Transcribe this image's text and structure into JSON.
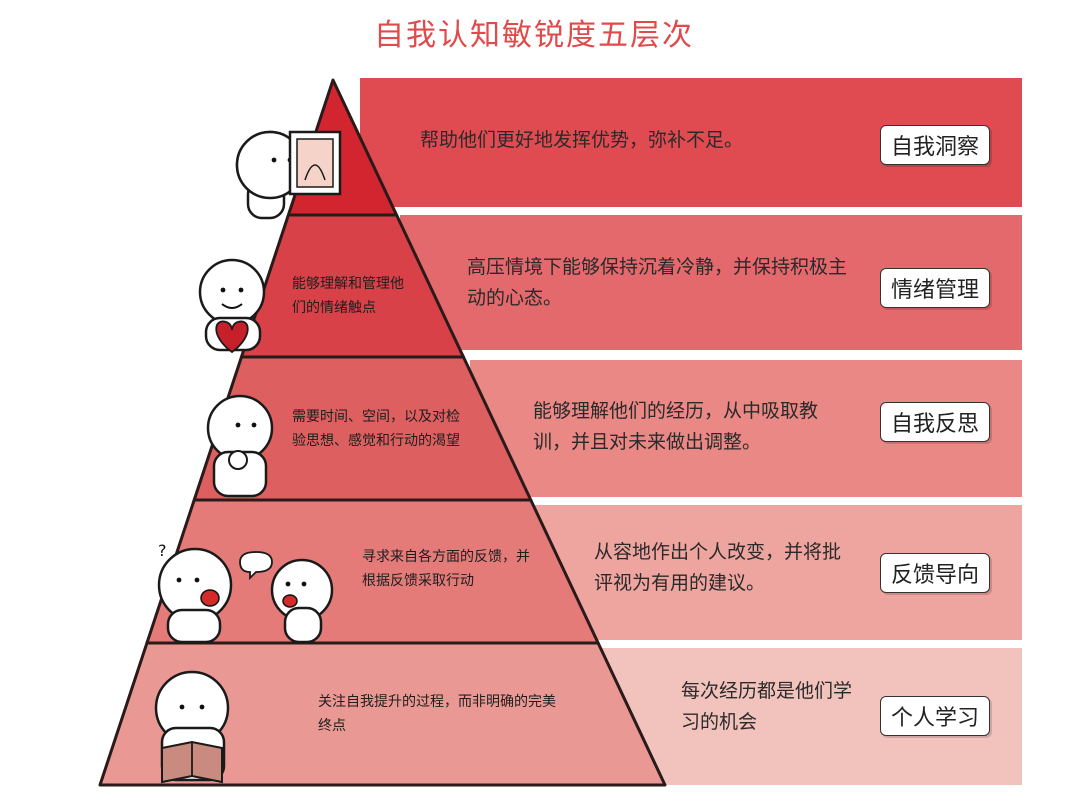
{
  "title": "自我认知敏锐度五层次",
  "levels": [
    {
      "label": "自我洞察",
      "band_text": "帮助他们更好地发挥优势，弥补不足。",
      "tier_text": ""
    },
    {
      "label": "情绪管理",
      "band_text": "高压情境下能够保持沉着冷静，并保持积极主动的心态。",
      "tier_text": "能够理解和管理他们的情绪触点"
    },
    {
      "label": "自我反思",
      "band_text": "能够理解他们的经历，从中吸取教训，并且对未来做出调整。",
      "tier_text": "需要时间、空间，以及对检验思想、感觉和行动的渴望"
    },
    {
      "label": "反馈导向",
      "band_text": "从容地作出个人改变，并将批评视为有用的建议。",
      "tier_text": "寻求来自各方面的反馈，并根据反馈采取行动"
    },
    {
      "label": "个人学习",
      "band_text": "每次经历都是他们学习的机会",
      "tier_text": "关注自我提升的过程，而非明确的完美终点"
    }
  ],
  "colors": {
    "title": "#e04a4a",
    "band": [
      "#e04b52",
      "#e4696c",
      "#e98885",
      "#eea49f",
      "#f2c2bc"
    ],
    "tier": [
      "#d3252f",
      "#d84148",
      "#de5f60",
      "#e47b79",
      "#ea9893"
    ]
  }
}
